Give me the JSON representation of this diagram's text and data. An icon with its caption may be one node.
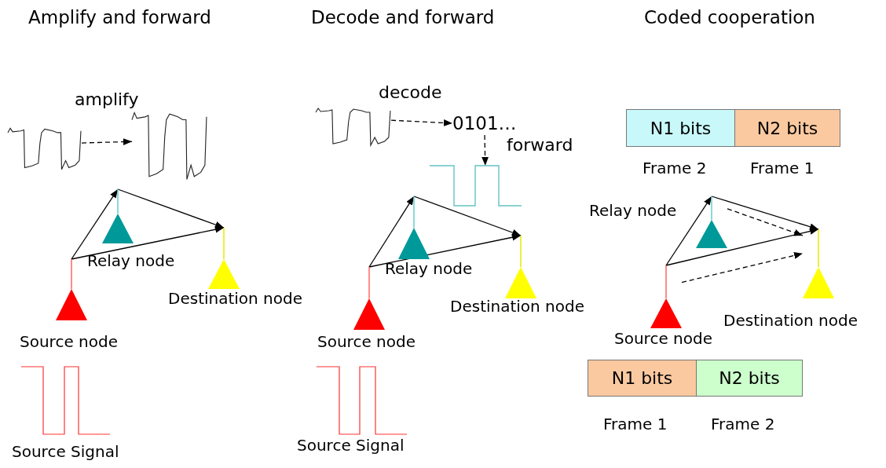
{
  "diagram": {
    "nodes": [
      {
        "text": [],
        "shape": "picture"
      },
      {
        "text": [],
        "shape": "picture"
      },
      {
        "text": [],
        "shape": "triangle",
        "beside": [
          "Relay node"
        ]
      },
      {
        "text": [],
        "shape": "triangle",
        "beside": [
          "Destination node"
        ]
      },
      {
        "text": [],
        "shape": "triangle",
        "beside": [
          "Source node"
        ]
      },
      {
        "text": [],
        "shape": "picture"
      },
      {
        "text": [
          "0101…"
        ]
      },
      {
        "text": [],
        "shape": "picture"
      },
      {
        "text": [],
        "shape": "triangle",
        "beside": [
          "Relay node"
        ]
      },
      {
        "text": [],
        "shape": "triangle",
        "beside": [
          "Destination node"
        ]
      },
      {
        "text": [],
        "shape": "triangle",
        "beside": [
          "Source node"
        ]
      },
      {
        "text": [
          "N1 bits"
        ],
        "beside": [
          "Frame 2"
        ]
      },
      {
        "text": [
          "N2 bits"
        ],
        "beside": [
          "Frame 1"
        ]
      },
      {
        "text": [],
        "shape": "triangle",
        "beside": [
          "Relay node"
        ]
      },
      {
        "text": [],
        "shape": "triangle",
        "beside": [
          "Destination node"
        ]
      },
      {
        "text": [],
        "shape": "triangle",
        "beside": [
          "Source node"
        ]
      },
      {
        "text": [
          "N1 bits"
        ],
        "beside": [
          "Frame 1"
        ]
      },
      {
        "text": [
          "N2 bits"
        ],
        "beside": [
          "Frame 2"
        ]
      }
    ],
    "edges": [
      {
        "from": 0,
        "to": 1,
        "arrow": "to",
        "style": "dashed"
      },
      {
        "from": 5,
        "to": 6,
        "arrow": "to",
        "style": "dashed"
      },
      {
        "from": 6,
        "to": 7,
        "arrow": "to",
        "style": "dashed"
      },
      {
        "from": 4,
        "to": 2,
        "arrow": "to"
      },
      {
        "from": 2,
        "to": 3,
        "arrow": "to"
      },
      {
        "from": 4,
        "to": 3,
        "arrow": "to"
      },
      {
        "from": 10,
        "to": 8,
        "arrow": "to"
      },
      {
        "from": 8,
        "to": 9,
        "arrow": "to"
      },
      {
        "from": 10,
        "to": 9,
        "arrow": "to"
      },
      {
        "from": 15,
        "to": 13,
        "arrow": "to"
      },
      {
        "from": 13,
        "to": 14,
        "arrow": "to"
      },
      {
        "from": 15,
        "to": 14,
        "arrow": "to"
      },
      {
        "from": 13,
        "to": 14,
        "arrow": "to",
        "style": "dashed"
      },
      {
        "from": 15,
        "to": 14,
        "arrow": "to",
        "style": "dashed"
      }
    ],
    "labels": [
      "Amplify and forward",
      "Decode and forward",
      "Coded cooperation",
      "amplify",
      "decode",
      "forward",
      "Source Signal",
      "Source Signal"
    ]
  }
}
